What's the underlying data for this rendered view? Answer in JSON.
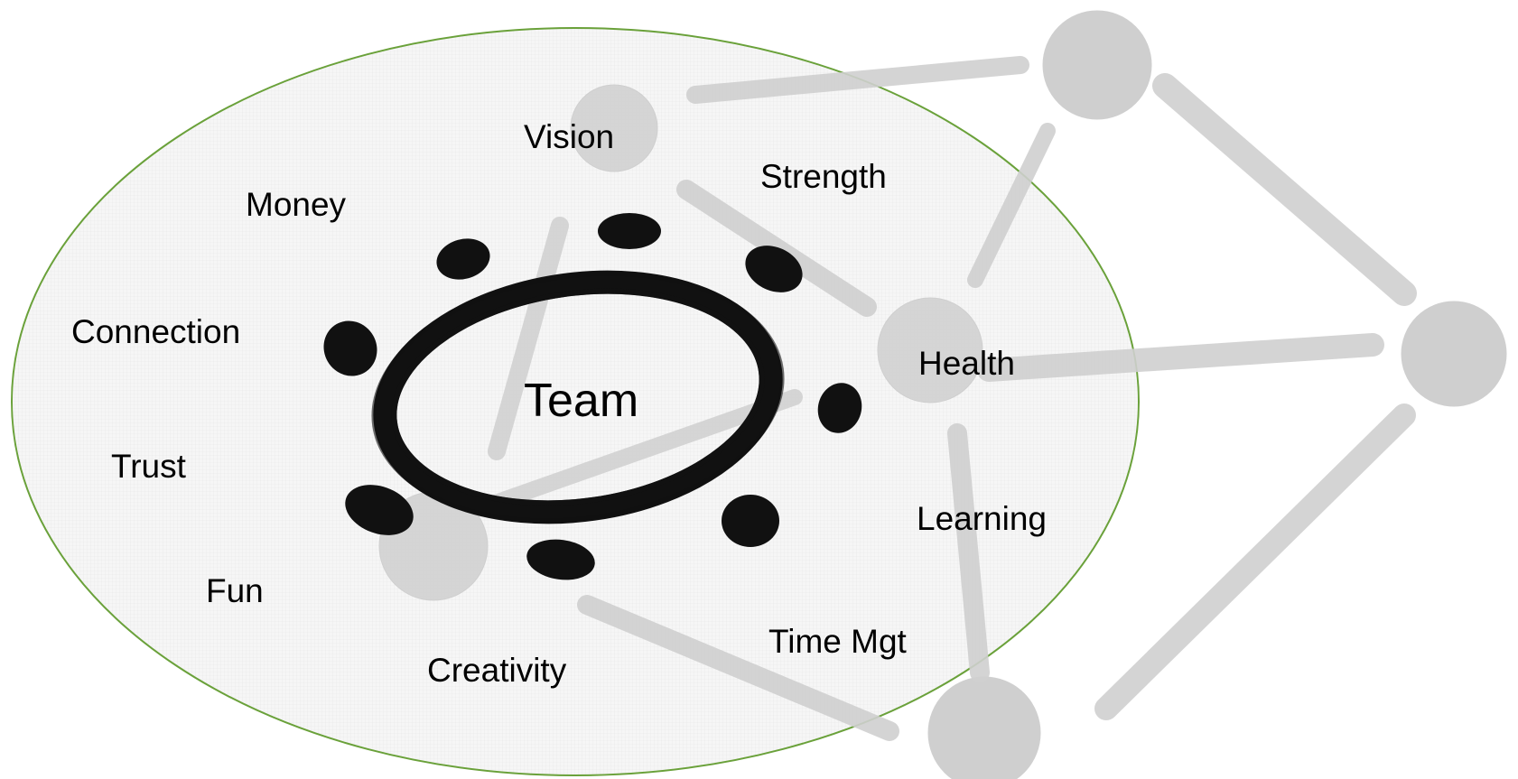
{
  "center": {
    "label": "Team"
  },
  "values": [
    {
      "id": "vision",
      "label": "Vision"
    },
    {
      "id": "strength",
      "label": "Strength"
    },
    {
      "id": "money",
      "label": "Money"
    },
    {
      "id": "connection",
      "label": "Connection"
    },
    {
      "id": "health",
      "label": "Health"
    },
    {
      "id": "trust",
      "label": "Trust"
    },
    {
      "id": "learning",
      "label": "Learning"
    },
    {
      "id": "fun",
      "label": "Fun"
    },
    {
      "id": "time-mgt",
      "label": "Time Mgt"
    },
    {
      "id": "creativity",
      "label": "Creativity"
    }
  ],
  "colors": {
    "ellipse_stroke": "#6aa13a",
    "ellipse_fill": "#f4f4f4",
    "network": "#d0d0d0",
    "ink": "#111111"
  }
}
